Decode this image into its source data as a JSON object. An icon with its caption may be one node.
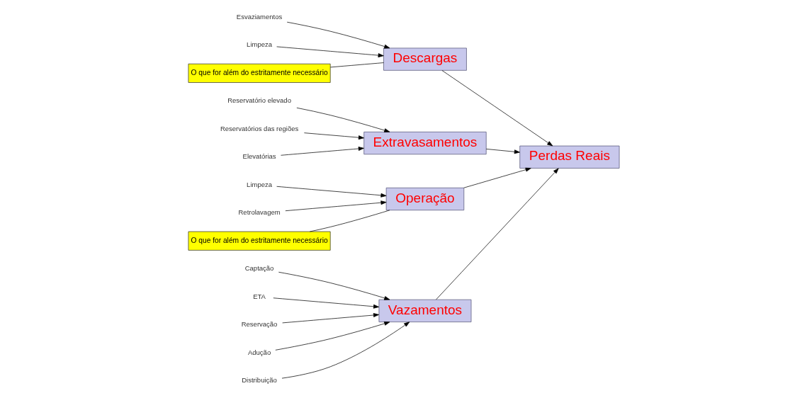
{
  "diagram": {
    "nodes": [
      {
        "text": [
          "Vazamentos"
        ]
      },
      {
        "text": [
          "Captação"
        ]
      },
      {
        "text": [
          "ETA"
        ]
      },
      {
        "text": [
          "Reservação"
        ]
      },
      {
        "text": [
          "Adução"
        ]
      },
      {
        "text": [
          "Distribuição"
        ]
      },
      {
        "text": [
          "Descargas"
        ]
      },
      {
        "text": [
          "Esvaziamentos"
        ]
      },
      {
        "text": [
          "Limpeza"
        ]
      },
      {
        "text": [
          "Perdas Reais"
        ]
      },
      {
        "text": [
          "Extravasamentos"
        ]
      },
      {
        "text": [
          "Reservatório elevado"
        ]
      },
      {
        "text": [
          "Reservatórios das regiões"
        ]
      },
      {
        "text": [
          "Elevatórias"
        ]
      },
      {
        "text": [
          "Operação"
        ]
      },
      {
        "text": [
          "Limpeza"
        ]
      },
      {
        "text": [
          "Retrolavagem"
        ]
      },
      {
        "text": [
          "O que for além do estritamente necessário"
        ]
      },
      {
        "text": [
          "O que for além do estritamente necessário"
        ]
      }
    ],
    "edges": [
      {
        "from": 1,
        "to": 0,
        "arrow": "to"
      },
      {
        "from": 2,
        "to": 0,
        "arrow": "to"
      },
      {
        "from": 3,
        "to": 0,
        "arrow": "to"
      },
      {
        "from": 4,
        "to": 0,
        "arrow": "to"
      },
      {
        "from": 5,
        "to": 0,
        "arrow": "to"
      },
      {
        "from": 7,
        "to": 6,
        "arrow": "to"
      },
      {
        "from": 8,
        "to": 6,
        "arrow": "to"
      },
      {
        "from": 11,
        "to": 10,
        "arrow": "to"
      },
      {
        "from": 12,
        "to": 10,
        "arrow": "to"
      },
      {
        "from": 13,
        "to": 10,
        "arrow": "to"
      },
      {
        "from": 15,
        "to": 14,
        "arrow": "to"
      },
      {
        "from": 16,
        "to": 14,
        "arrow": "to"
      },
      {
        "from": 0,
        "to": 9,
        "arrow": "to"
      },
      {
        "from": 6,
        "to": 9,
        "arrow": "to"
      },
      {
        "from": 10,
        "to": 9,
        "arrow": "to"
      },
      {
        "from": 14,
        "to": 9,
        "arrow": "to"
      },
      {
        "from": 17,
        "to": 6,
        "arrow": "none"
      },
      {
        "from": 18,
        "to": 14,
        "arrow": "none"
      }
    ]
  }
}
